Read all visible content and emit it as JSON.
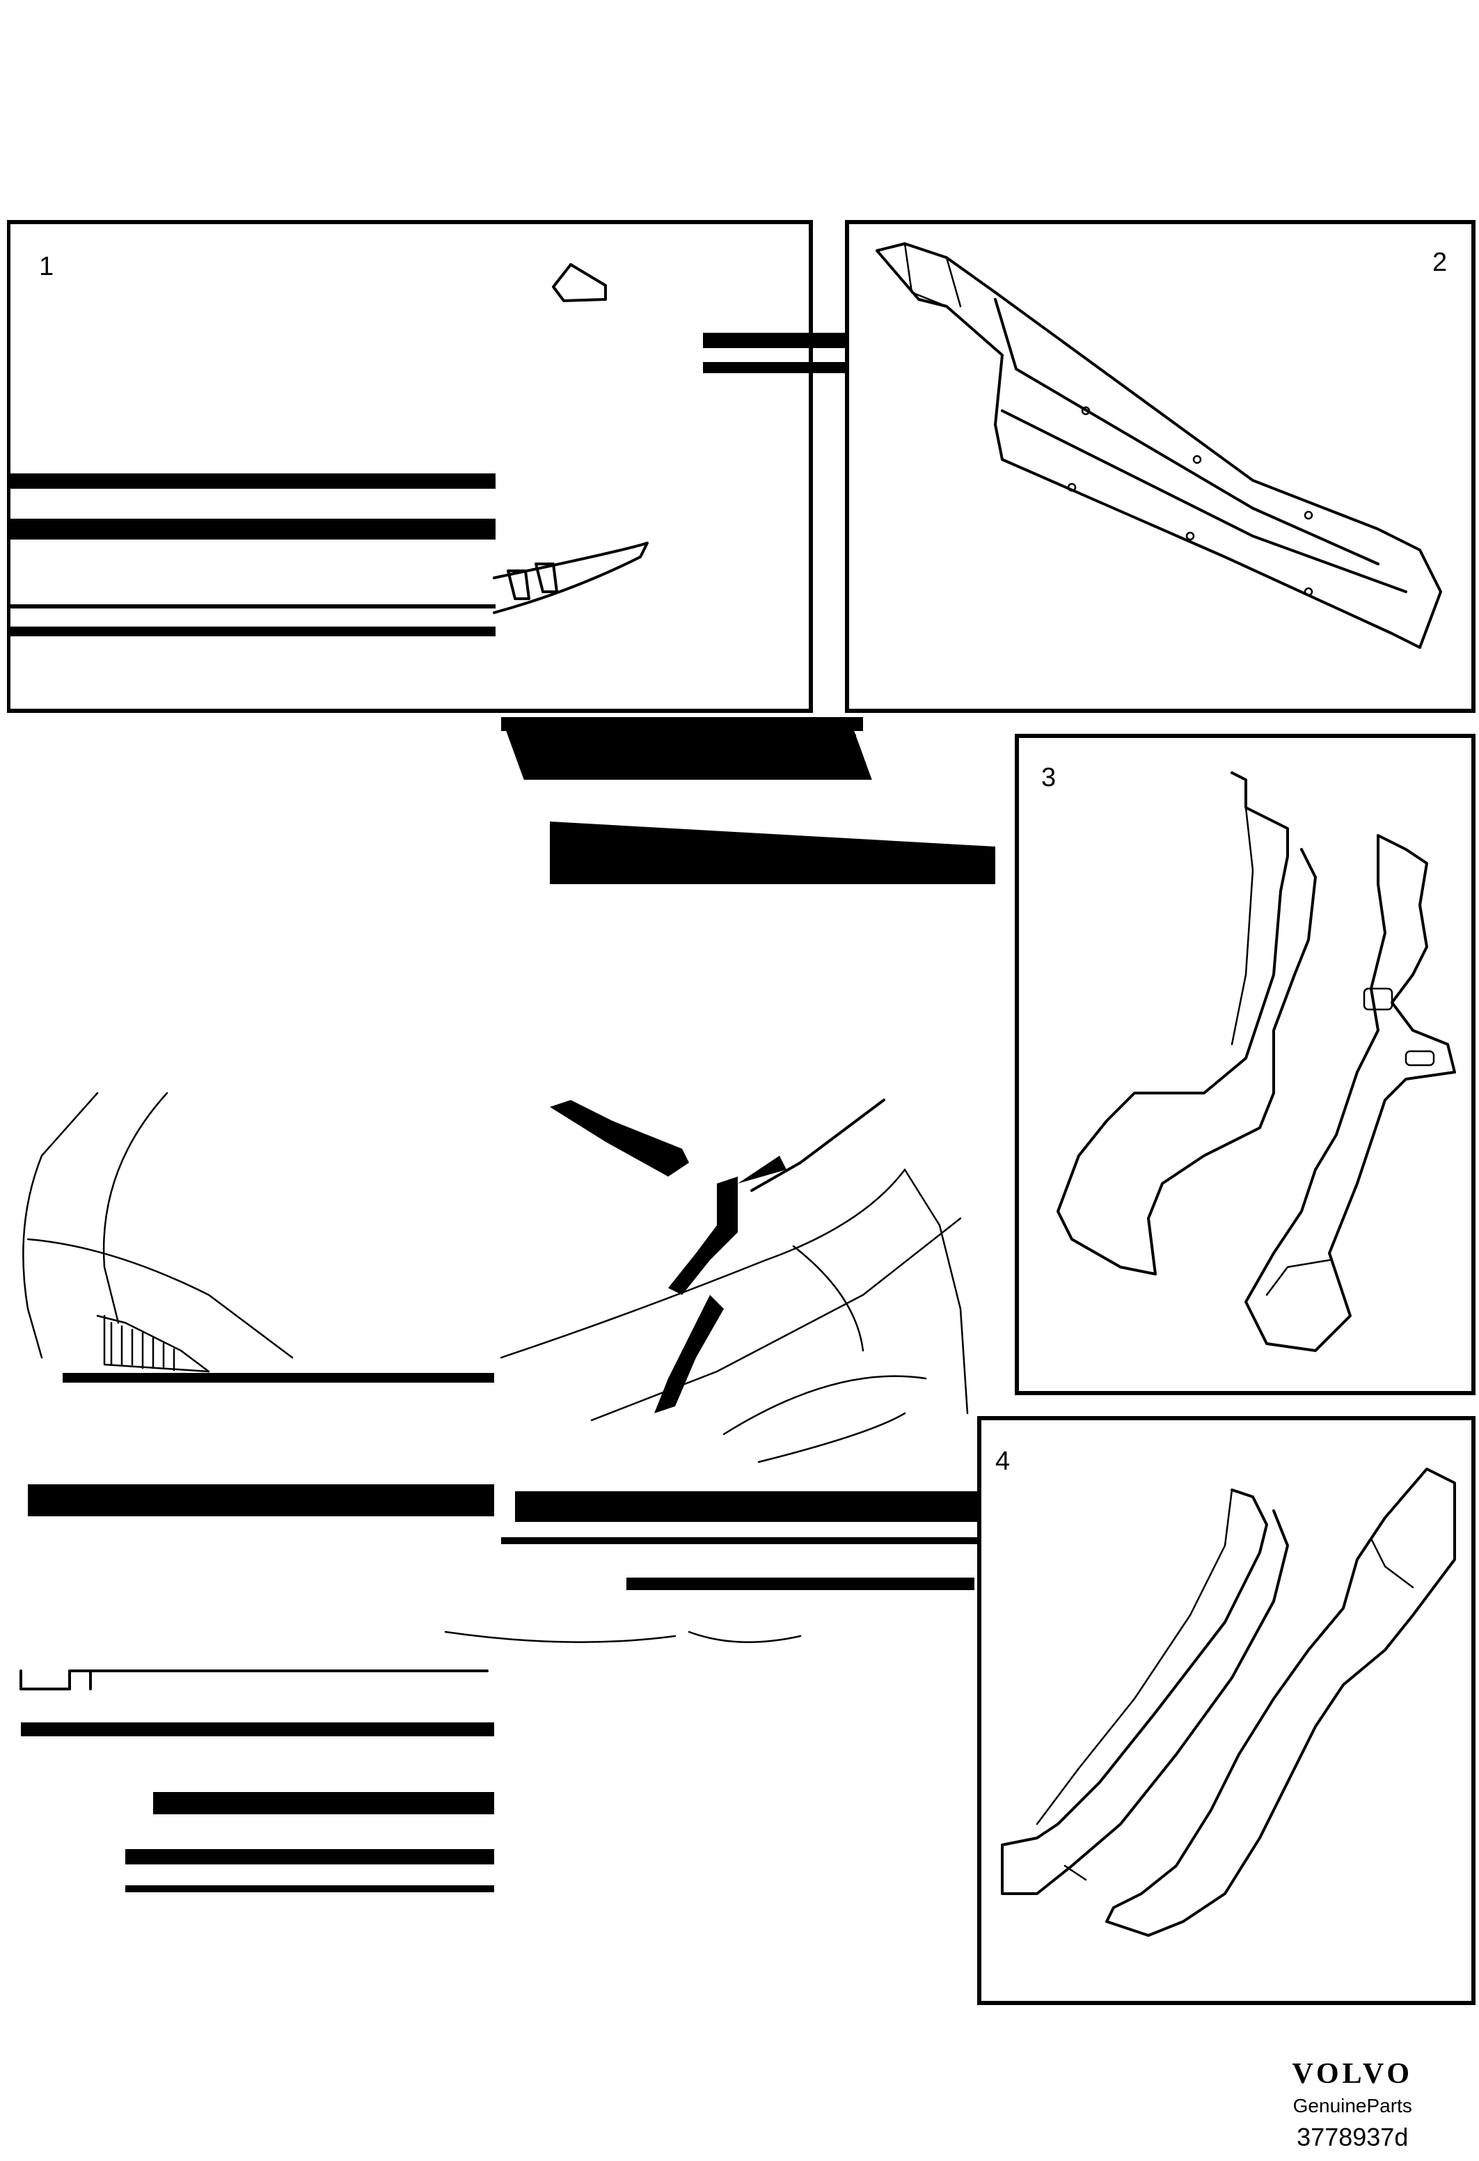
{
  "callouts": {
    "c1": "1",
    "c2": "2",
    "c3": "3",
    "c4": "4"
  },
  "brand": {
    "logo": "VOLVO",
    "subtitle": "GenuineParts",
    "diagram_code": "3778937d"
  },
  "colors": {
    "ink": "#000000",
    "paper": "#ffffff"
  }
}
